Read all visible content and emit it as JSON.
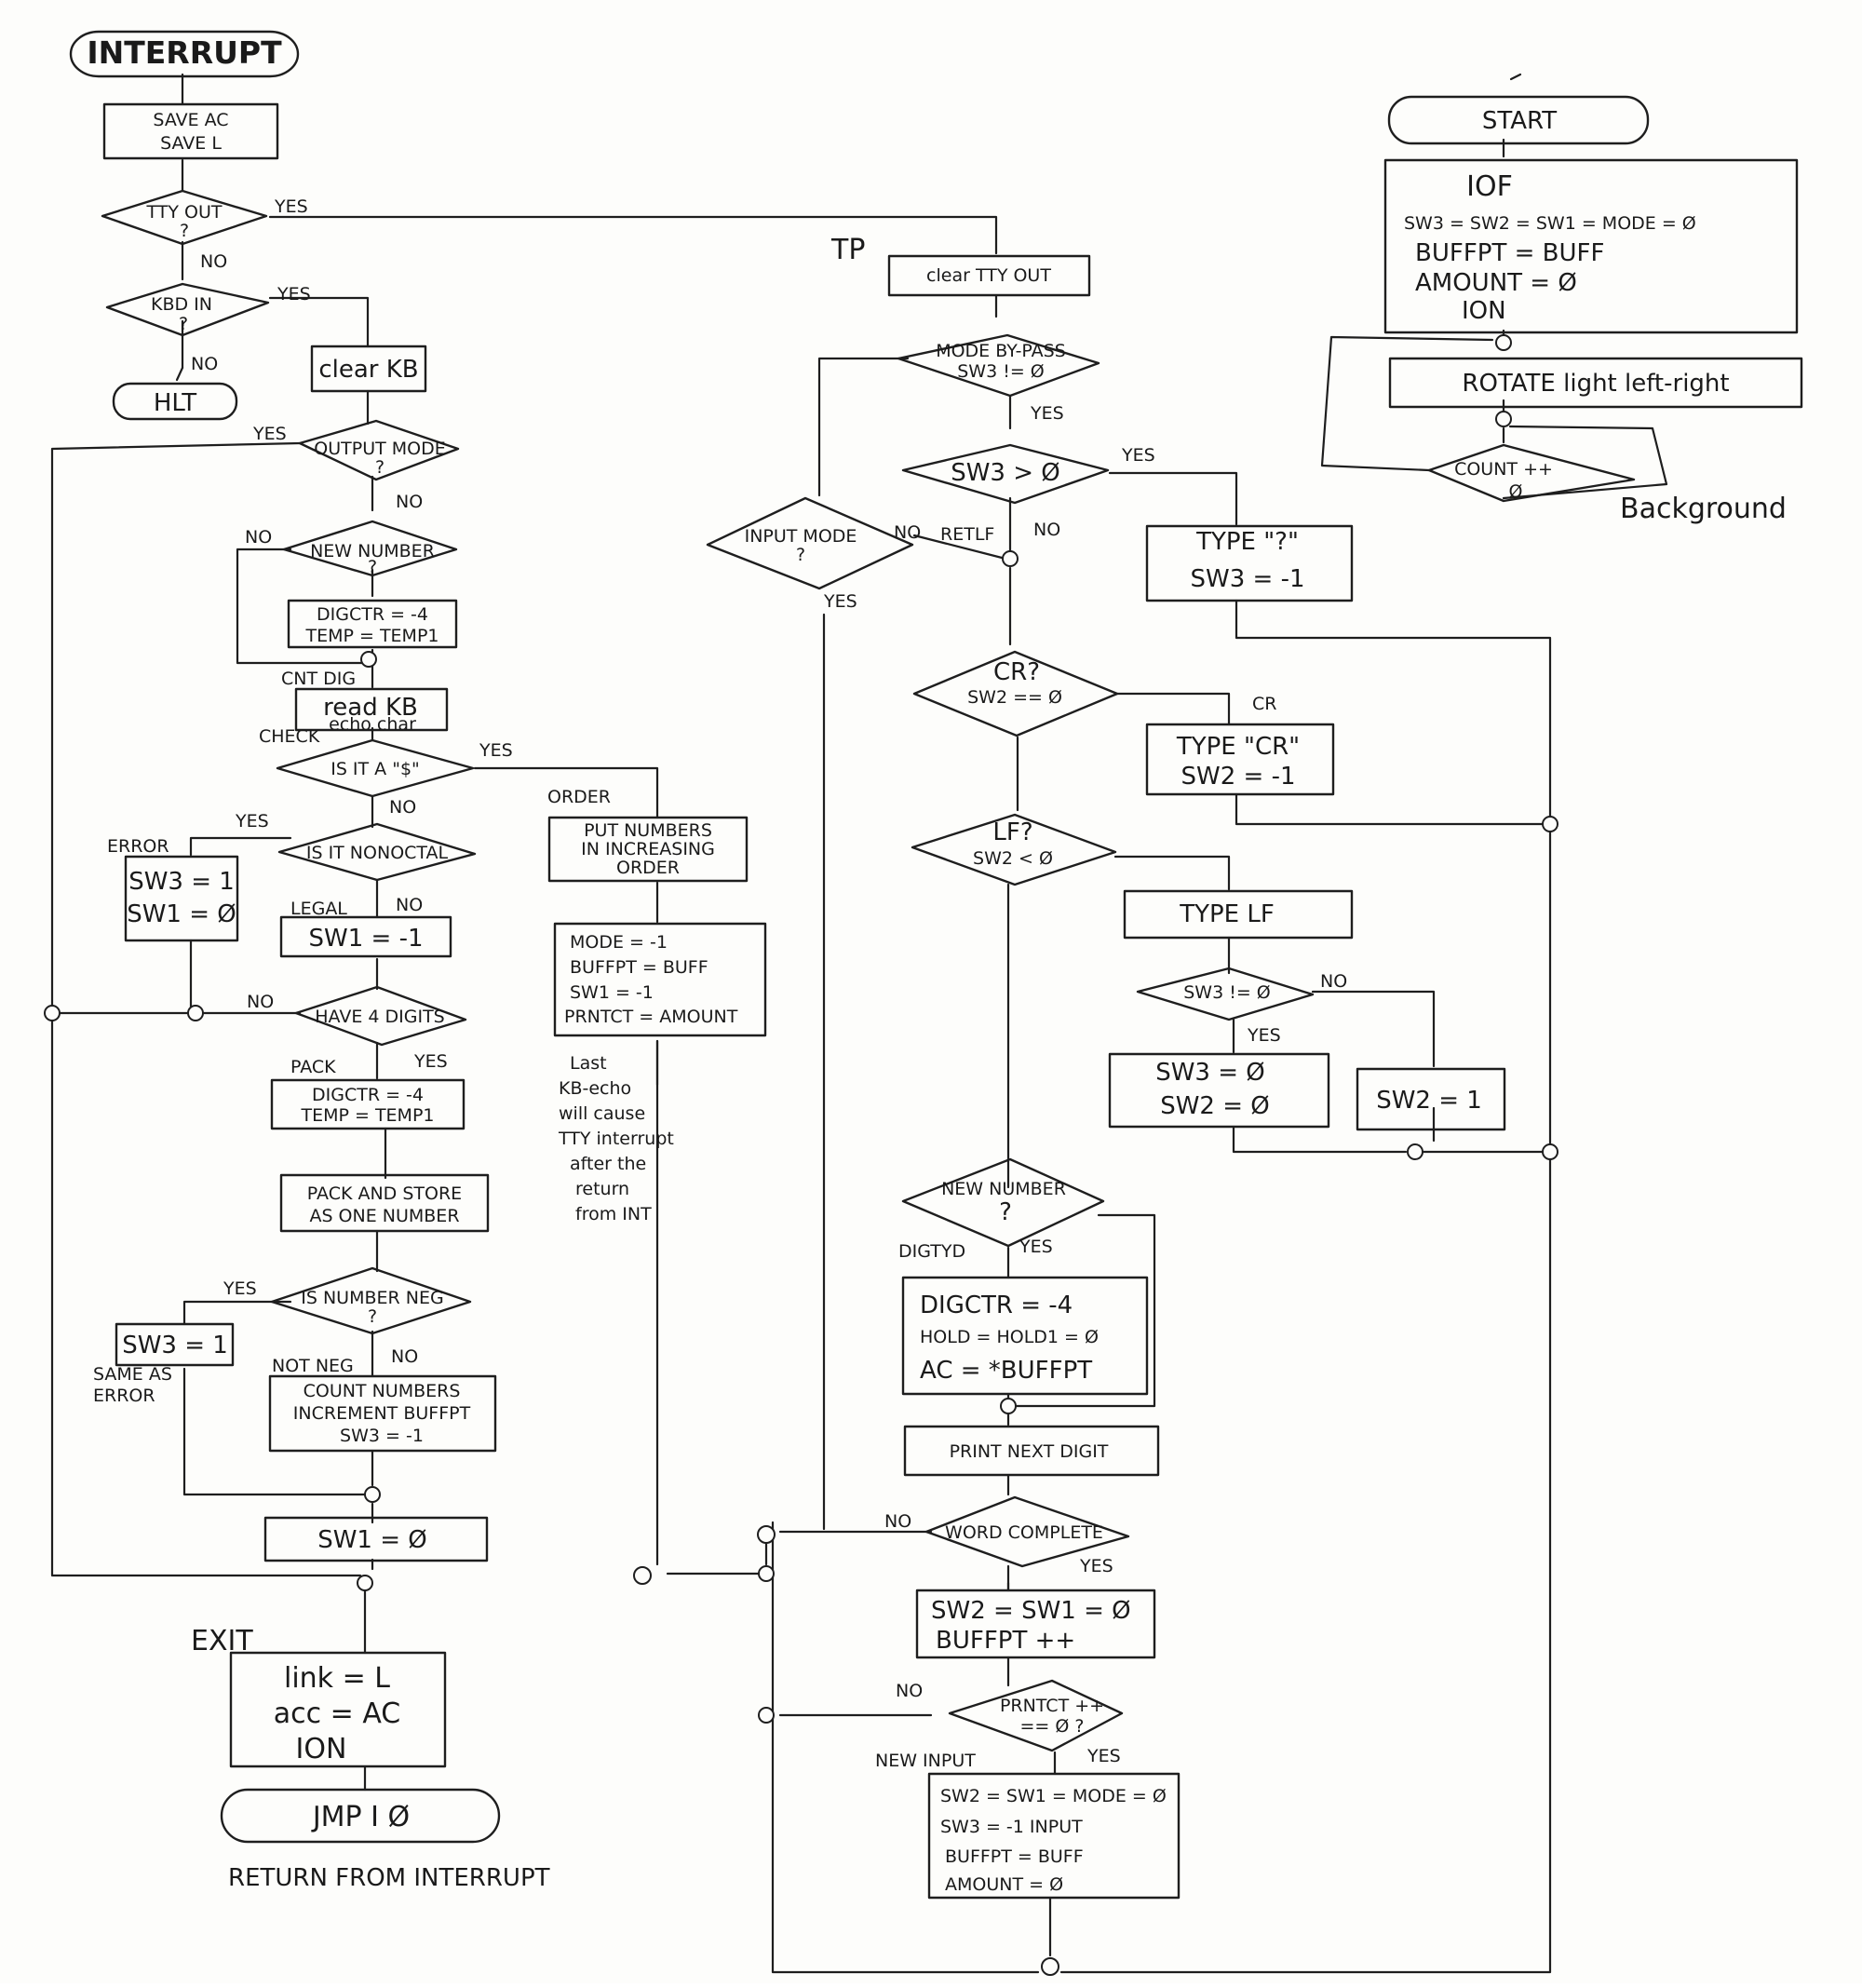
{
  "chart_title": "",
  "interrupt": {
    "start": "INTERRUPT",
    "save": [
      "SAVE AC",
      "SAVE L"
    ],
    "tty_out": [
      "TTY OUT",
      "?"
    ],
    "kbd_in": [
      "KBD IN",
      "?"
    ],
    "hlt": "HLT",
    "clear_kb": "clear KB",
    "output_mode": [
      "OUTPUT MODE",
      "?"
    ],
    "new_number": [
      "NEW NUMBER",
      "?"
    ],
    "digctr": [
      "DIGCTR = -4",
      "TEMP = TEMP1"
    ],
    "cnt_dig": "CNT DIG",
    "read_kb": [
      "read KB",
      "echo char"
    ],
    "check": "CHECK",
    "is_dollar": "IS IT A \"$\"",
    "is_nonoctal": "IS IT NONOCTAL",
    "error": "ERROR",
    "error_box": [
      "SW3 = 1",
      "SW1 = Ø"
    ],
    "legal": "LEGAL",
    "legal_box": "SW1 = -1",
    "have4": "HAVE 4 DIGITS",
    "pack": "PACK",
    "pack_box": [
      "DIGCTR = -4",
      "TEMP = TEMP1"
    ],
    "pack_store": [
      "PACK AND STORE",
      "AS ONE NUMBER"
    ],
    "is_neg": [
      "IS NUMBER NEG",
      "?"
    ],
    "neg_box": "SW3 = 1",
    "same_as_error": [
      "SAME AS",
      "ERROR"
    ],
    "not_neg": "NOT NEG",
    "count_box": [
      "COUNT NUMBERS",
      "INCREMENT BUFFPT",
      "SW3 = -1"
    ],
    "sw1_zero": "SW1 = Ø",
    "order": "ORDER",
    "order_box": [
      "PUT NUMBERS",
      "IN INCREASING",
      "ORDER"
    ],
    "mode_box": [
      "MODE = -1",
      "BUFFPT = BUFF",
      "SW1 = -1",
      "PRNTCT = AMOUNT"
    ],
    "note": [
      "Last",
      "KB-echo",
      "will cause",
      "TTY interrupt",
      "after the",
      "return",
      "from INT"
    ],
    "exit": "EXIT",
    "exit_box": [
      "link = L",
      "acc = AC",
      "ION"
    ],
    "jmp": "JMP I Ø",
    "return": "RETURN FROM INTERRUPT"
  },
  "tp": {
    "label": "TP",
    "clear_tty": "clear TTY OUT",
    "mode_bypass": [
      "MODE BY-PASS",
      "SW3 != Ø"
    ],
    "sw3_gt": "SW3 > Ø",
    "input_mode": [
      "INPUT MODE",
      "?"
    ],
    "retlf": "RETLF",
    "type_q": [
      "TYPE \"?\"",
      "SW3 = -1"
    ],
    "cr": [
      "CR?",
      "SW2 == Ø"
    ],
    "cr_label": "CR",
    "type_cr": [
      "TYPE \"CR\"",
      "SW2 = -1"
    ],
    "lf": [
      "LF?",
      "SW2 < Ø"
    ],
    "type_lf": "TYPE LF",
    "sw3_ne": "SW3 != Ø",
    "sw_box": [
      "SW3 = Ø",
      "SW2 = Ø"
    ],
    "sw2_box": "SW2 = 1",
    "new_number2": [
      "NEW NUMBER",
      "?"
    ],
    "digtyd": "DIGTYD",
    "digctr_box": [
      "DIGCTR = -4",
      "HOLD = HOLD1 = Ø",
      "AC = *BUFFPT"
    ],
    "print_next": "PRINT NEXT DIGIT",
    "word_complete": "WORD COMPLETE",
    "sw2_sw1_box": [
      "SW2 = SW1 = Ø",
      "BUFFPT ++"
    ],
    "prntct": [
      "PRNTCT ++",
      "== Ø ?"
    ],
    "new_input": "NEW INPUT",
    "final_box": [
      "SW2 = SW1 = MODE = Ø",
      "SW3 = -1   INPUT",
      "BUFFPT = BUFF",
      "AMOUNT = Ø"
    ]
  },
  "start": {
    "label": "START",
    "init_box": [
      "IOF",
      "SW3 = SW2 = SW1 = MODE = Ø",
      "BUFFPT = BUFF",
      "AMOUNT = Ø",
      "ION"
    ],
    "rotate": "ROTATE light left-right",
    "count": [
      "COUNT ++",
      "Ø"
    ],
    "background": "Background"
  },
  "labels": {
    "yes": "YES",
    "no": "NO"
  }
}
